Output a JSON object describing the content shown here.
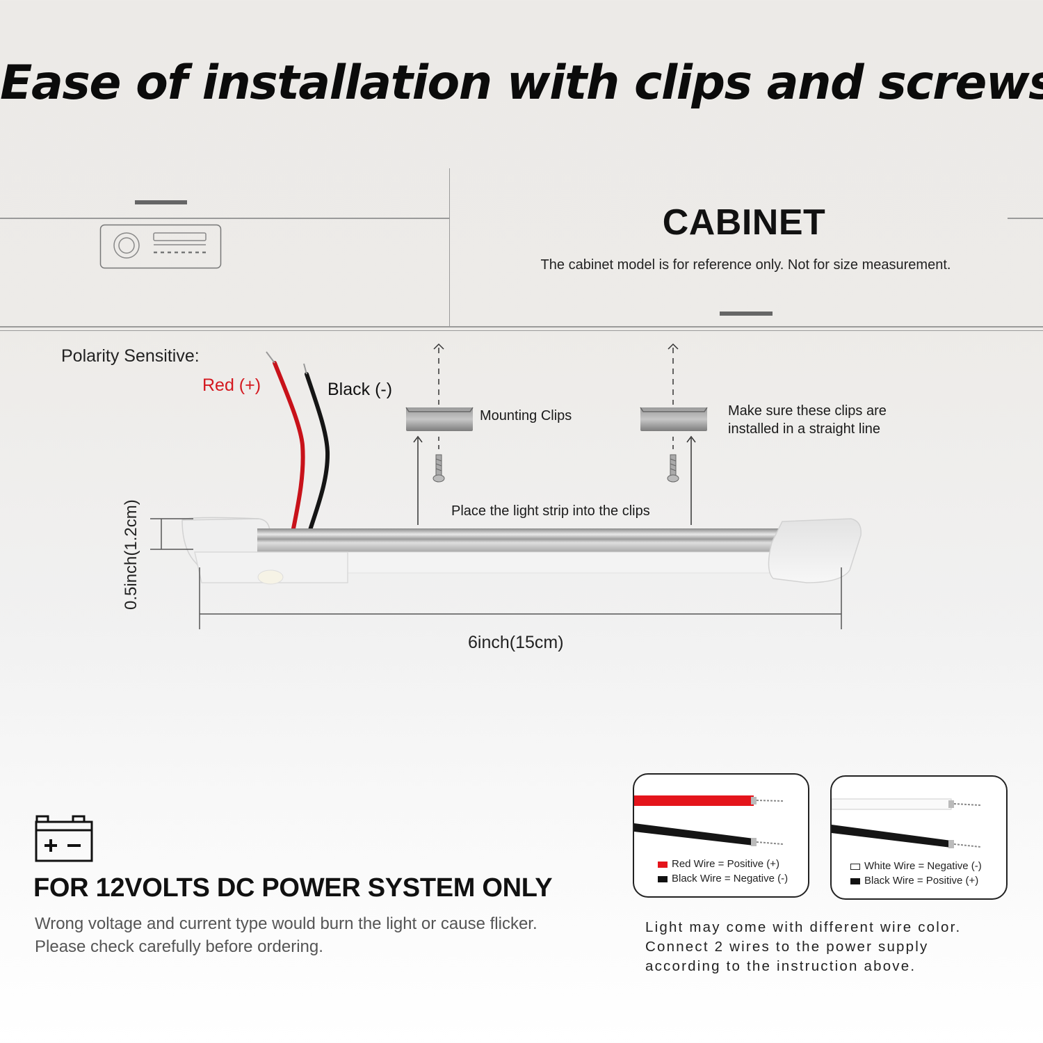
{
  "title": "Ease of installation with clips and screws",
  "cabinet": {
    "title": "CABINET",
    "note": "The cabinet model is for reference only. Not for size measurement."
  },
  "diagram": {
    "polarity_label": "Polarity Sensitive:",
    "red_label": "Red (+)",
    "black_label": "Black (-)",
    "mounting_clips_label": "Mounting Clips",
    "straight_line_note": [
      "Make sure these clips are",
      "installed in a straight line"
    ],
    "place_strip_label": "Place the light strip into the clips",
    "height_dimension": "0.5inch(1.2cm)",
    "length_dimension": "6inch(15cm)"
  },
  "power": {
    "title": "FOR 12VOLTS DC POWER SYSTEM ONLY",
    "lines": [
      "Wrong voltage and current type would burn the light or cause flicker.",
      "Please check carefully before ordering."
    ]
  },
  "wire_options": [
    {
      "legend": [
        "Red Wire = Positive (+)",
        "Black Wire = Negative (-)"
      ]
    },
    {
      "legend": [
        "White Wire = Negative (-)",
        "Black Wire = Positive (+)"
      ]
    }
  ],
  "wire_note": [
    "Light may come with different wire color.",
    "Connect 2 wires to the power supply",
    "according to the instruction above."
  ],
  "colors": {
    "red_wire": "#e4141b",
    "black_wire": "#111111",
    "white_wire": "#ffffff",
    "label_red": "#d4181f"
  },
  "icons": [
    "radio-icon",
    "battery-icon",
    "screw-icon",
    "mounting-clip-icon"
  ]
}
